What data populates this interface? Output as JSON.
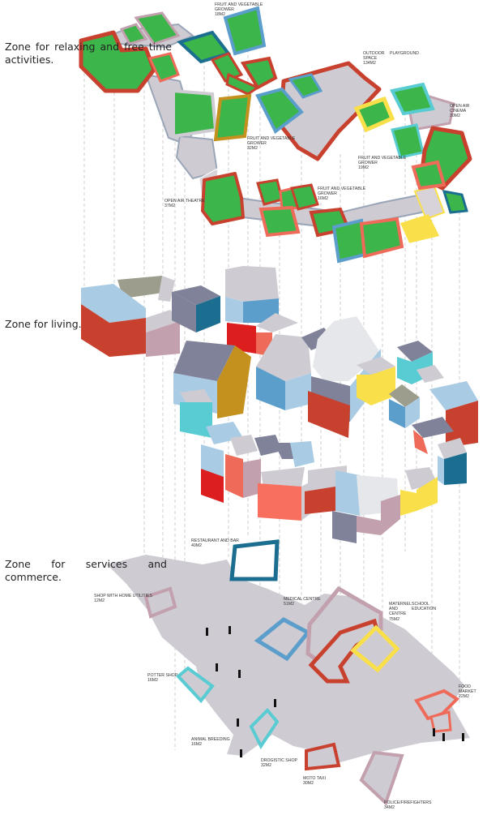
{
  "zones": {
    "relax": "Zone for relaxing and free time activities.",
    "living": "Zone for living.",
    "services": "Zone for services and commerce."
  },
  "labels": {
    "fruit_grower_top": "FRUIT AND VEGETABLE\nGROWER\n18M2",
    "outdoor_space": "OUTDOOR\nSPACE\n134M2",
    "playground": "PLAYGROUND",
    "open_air_cinema": "OPEN AIR CINEMA\n30M2",
    "fruit_grower_mid": "FRUIT AND VEGETABLE\nGROWER\n32M2",
    "fruit_grower_right": "FRUIT AND VEGETABLE\nGROWER\n19M2",
    "fruit_grower_low": "FRUIT AND VEGETABLE\nGROWER\n16M2",
    "open_air_theatre": "OPEN AIR THEATRE\n37M2",
    "restaurant": "RESTAURANT AND BAR\n40M2",
    "shop_home": "SHOP WITH HOME UTILITIES\n12M2",
    "medical": "MEDICAL CENTRE\n51M2",
    "maternel": "MATERNEL\nAND\nCENTRE\n75M2",
    "school": "SCHOOL\nEDUCATION",
    "potter": "POTTER SHOP\n16M2",
    "food_market": "FOOD MARKET\n22M2",
    "animal": "ANIMAL BREEDING\n16M2",
    "drogistic": "DROGISTIC SHOP\n32M2",
    "moto_taxi": "MOTO TAXI\n30M2",
    "police": "POLICE/FIREFIGHTERS\n34M2"
  },
  "colors": {
    "green": "#3cb54a",
    "red": "#c8412e",
    "salmon": "#ee6b5a",
    "light_blue": "#a9cce4",
    "mid_blue": "#5b9ecc",
    "teal": "#58ccd2",
    "navy": "#1c6e90",
    "yellow": "#f9e04a",
    "pink": "#c2a0ae",
    "grey": "#cfcbd2",
    "slate": "#7f8299",
    "ochre": "#c4911f",
    "khaki": "#9c9d8c"
  }
}
